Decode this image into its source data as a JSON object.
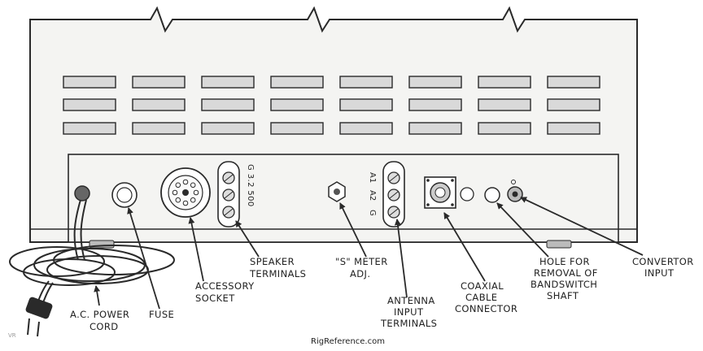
{
  "labels": {
    "power_cord": [
      "A.C. POWER",
      "CORD"
    ],
    "fuse": [
      "FUSE"
    ],
    "accessory_socket": [
      "ACCESSORY",
      "SOCKET"
    ],
    "speaker_terminals": [
      "SPEAKER",
      "TERMINALS"
    ],
    "s_meter": [
      "\"S\" METER",
      "ADJ."
    ],
    "antenna_terminals": [
      "ANTENNA",
      "INPUT",
      "TERMINALS"
    ],
    "coaxial_connector": [
      "COAXIAL",
      "CABLE",
      "CONNECTOR"
    ],
    "bandswitch_hole": [
      "HOLE FOR",
      "REMOVAL OF",
      "BANDSWITCH",
      "SHAFT"
    ],
    "convertor_input": [
      "CONVERTOR",
      "INPUT"
    ]
  },
  "terminal_marks": {
    "speaker": "G 3.2 500",
    "antenna": [
      "A1",
      "A2",
      "G"
    ]
  },
  "footer": {
    "credit": "RigReference.com",
    "corner_mark": "VR"
  },
  "colors": {
    "ink": "#2a2a2a",
    "panel": "#f4f4f2",
    "vent": "#d9d9d9"
  }
}
